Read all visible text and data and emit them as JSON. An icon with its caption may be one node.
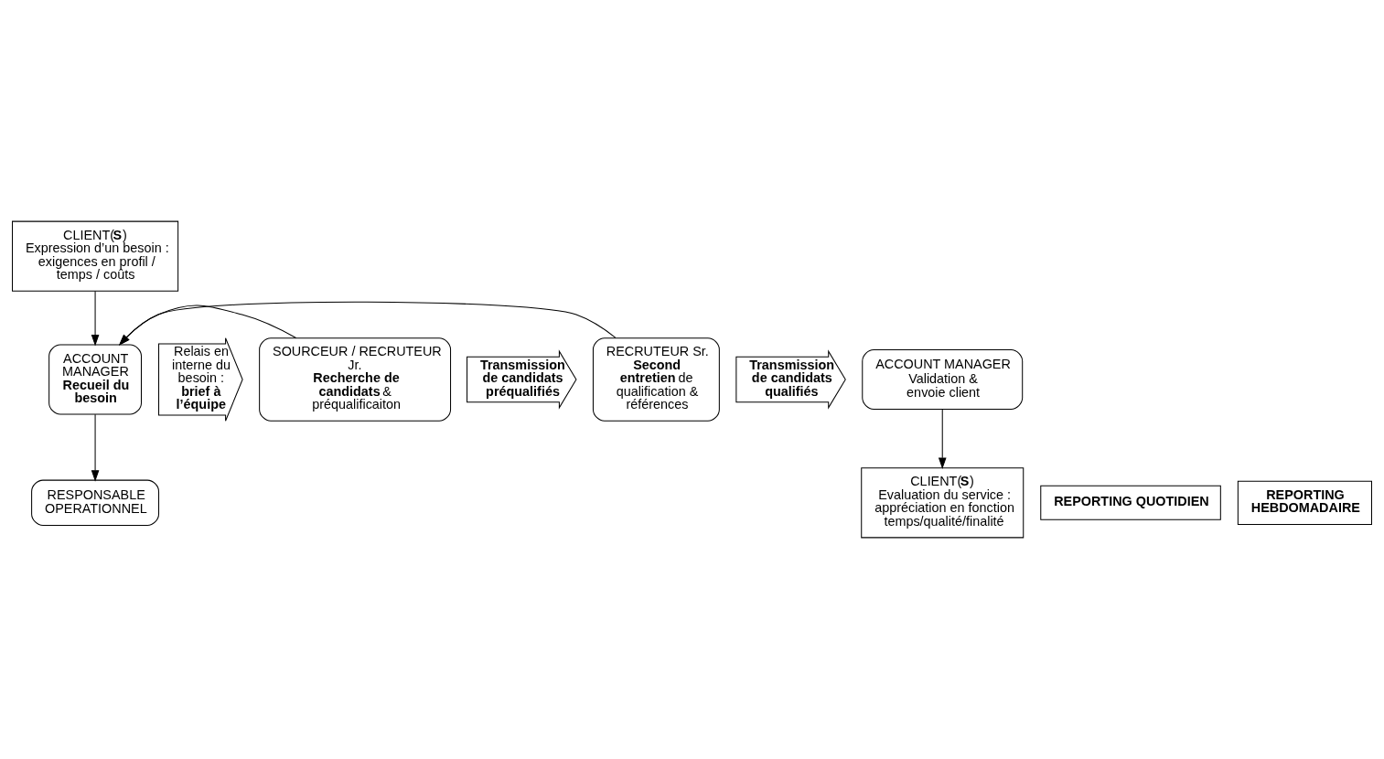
{
  "diagram": {
    "nodes": [
      {
        "text": [
          "CLIENT(**S**)",
          "Expression d’un besoin : exigences en profil / temps / coûts"
        ]
      },
      {
        "text": [
          "ACCOUNT MANAGER",
          "**Recueil du besoin**"
        ]
      },
      {
        "text": [
          "Relais en interne du besoin : **brief à l’équipe**"
        ]
      },
      {
        "text": [
          "SOURCEUR / RECRUTEUR Jr.",
          "**Recherche de candidats** & préqualificaiton"
        ]
      },
      {
        "text": [
          "Transmission de candidats préqualifiés"
        ]
      },
      {
        "text": [
          "RECRUTEUR Sr.",
          "**Second entretien** de qualification & références"
        ]
      },
      {
        "text": [
          "Transmission de candidats qualifiés"
        ]
      },
      {
        "text": [
          "ACCOUNT MANAGER",
          "Validation & envoie client"
        ]
      },
      {
        "text": [
          "REPORTING QUOTIDIEN"
        ]
      },
      {
        "text": [
          "REPORTING HEBDOMADAIRE"
        ]
      },
      {
        "text": [
          "RESPONSABLE OPERATIONNEL"
        ]
      },
      {
        "text": [
          "CLIENT(**S**)",
          "Evaluation du service : appréciation en fonction temps/qualité/finalité"
        ]
      }
    ],
    "edges": [
      {
        "from": 0,
        "to": 1,
        "arrow": "to"
      },
      {
        "from": 3,
        "to": 1,
        "arrow": "to"
      },
      {
        "from": 5,
        "to": 1,
        "arrow": "to"
      },
      {
        "from": 1,
        "to": 10,
        "arrow": "to"
      },
      {
        "from": 7,
        "to": 11,
        "arrow": "to"
      }
    ]
  }
}
